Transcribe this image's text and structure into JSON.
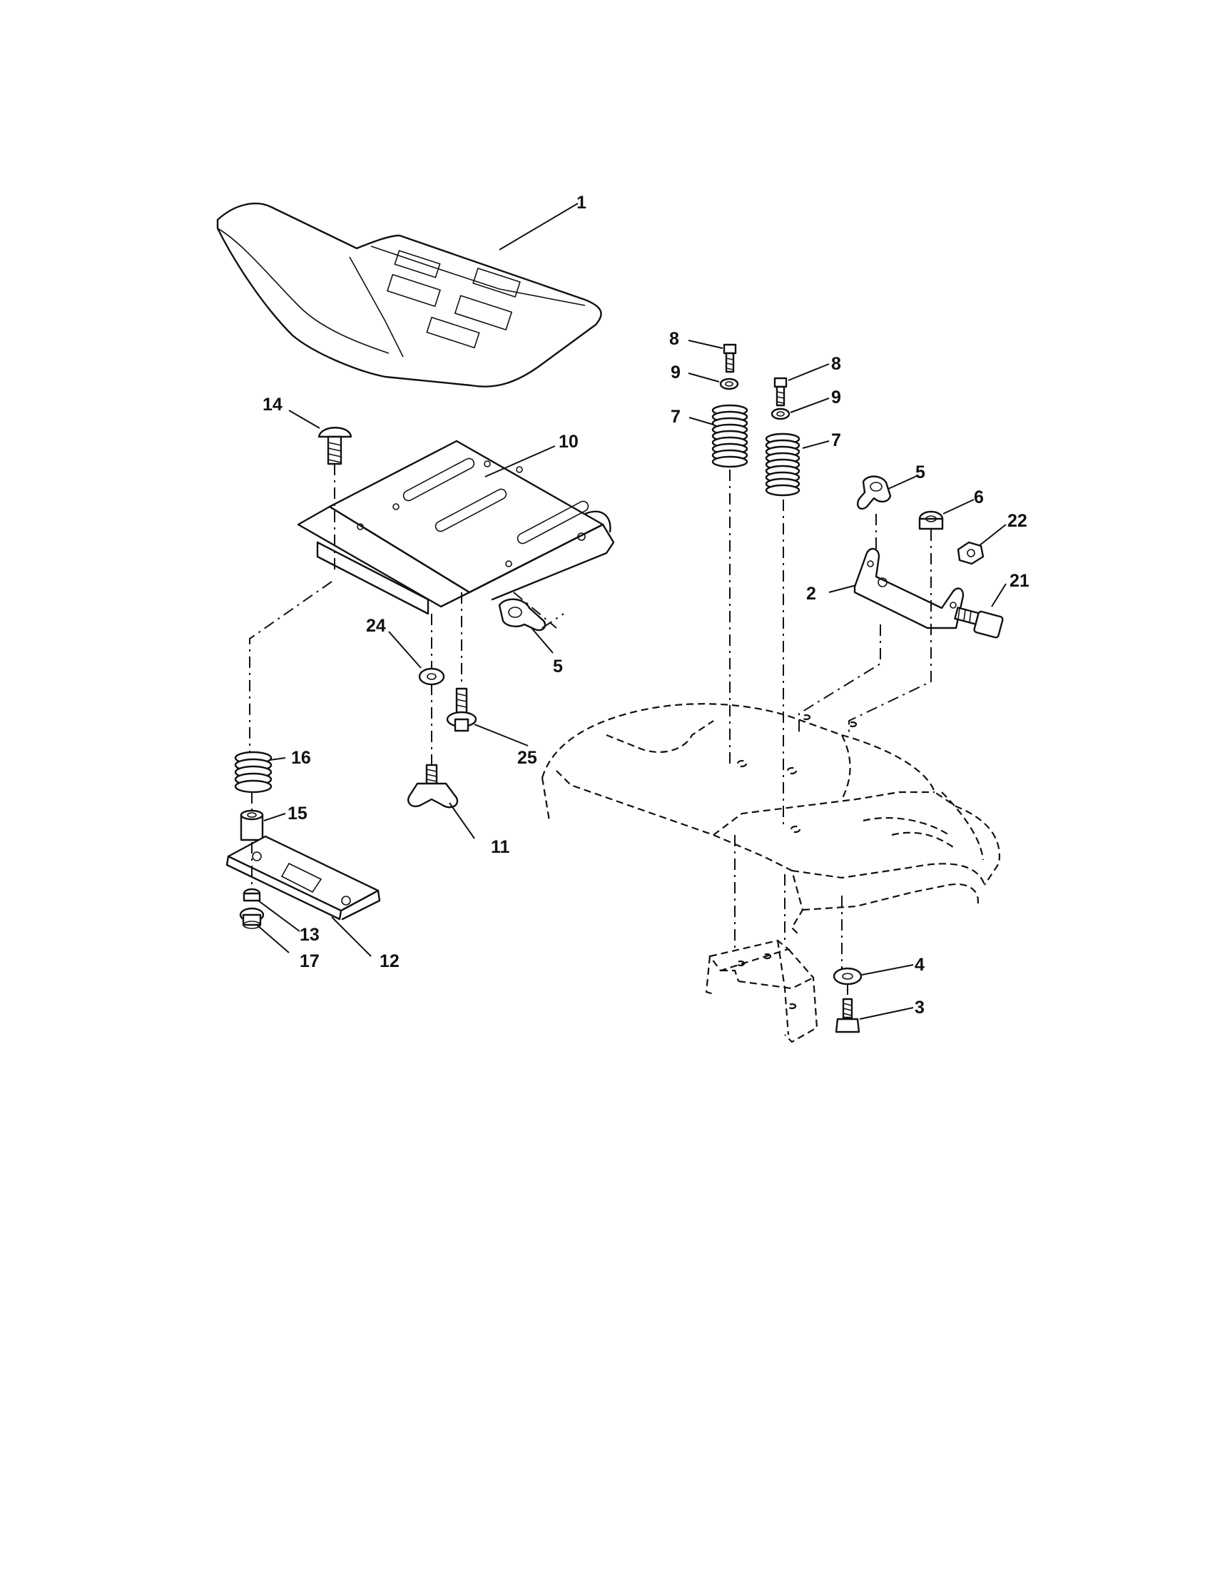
{
  "callouts": [
    {
      "id": "c1",
      "label": "1"
    },
    {
      "id": "c14",
      "label": "14"
    },
    {
      "id": "c10",
      "label": "10"
    },
    {
      "id": "c24",
      "label": "24"
    },
    {
      "id": "c5a",
      "label": "5"
    },
    {
      "id": "c25",
      "label": "25"
    },
    {
      "id": "c16",
      "label": "16"
    },
    {
      "id": "c15",
      "label": "15"
    },
    {
      "id": "c11",
      "label": "11"
    },
    {
      "id": "c13",
      "label": "13"
    },
    {
      "id": "c17",
      "label": "17"
    },
    {
      "id": "c12",
      "label": "12"
    },
    {
      "id": "c8a",
      "label": "8"
    },
    {
      "id": "c9a",
      "label": "9"
    },
    {
      "id": "c7a",
      "label": "7"
    },
    {
      "id": "c8b",
      "label": "8"
    },
    {
      "id": "c9b",
      "label": "9"
    },
    {
      "id": "c7b",
      "label": "7"
    },
    {
      "id": "c5b",
      "label": "5"
    },
    {
      "id": "c6",
      "label": "6"
    },
    {
      "id": "c22",
      "label": "22"
    },
    {
      "id": "c2",
      "label": "2"
    },
    {
      "id": "c21",
      "label": "21"
    },
    {
      "id": "c4",
      "label": "4"
    },
    {
      "id": "c3",
      "label": "3"
    }
  ]
}
